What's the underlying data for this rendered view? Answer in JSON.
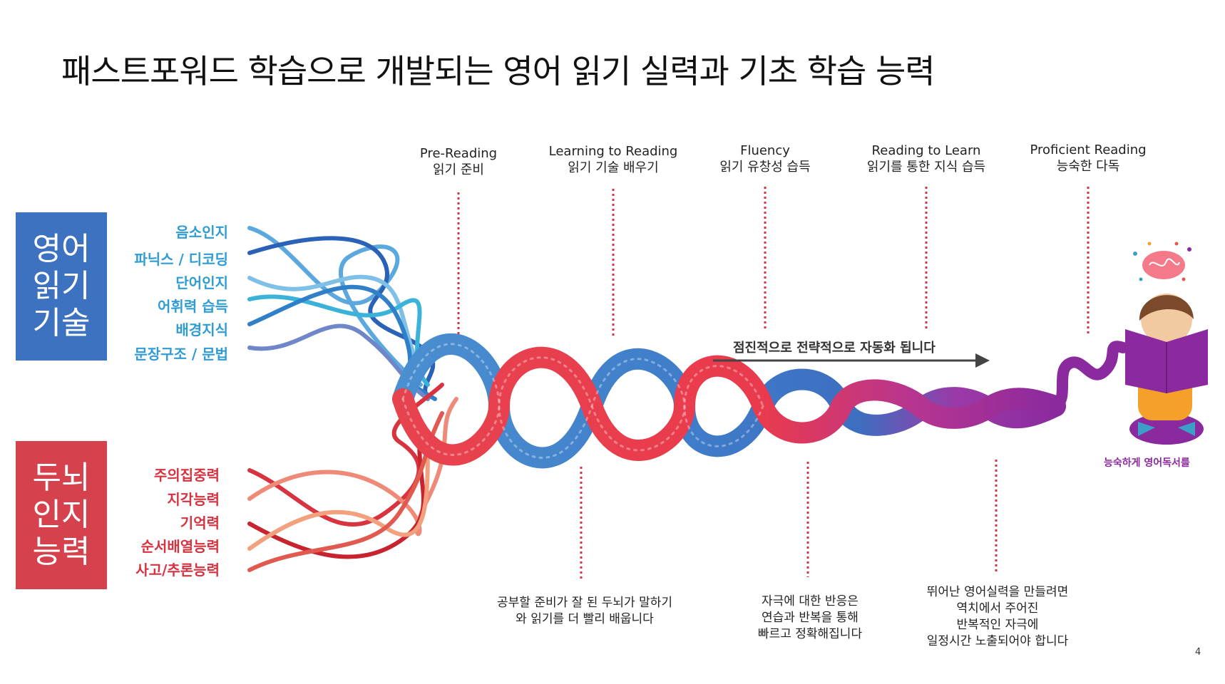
{
  "title": "패스트포워드 학습으로 개발되는 영어 읽기 실력과 기초 학습 능력",
  "left_boxes": {
    "reading": [
      "영어",
      "읽기",
      "기술"
    ],
    "cognitive": [
      "두뇌",
      "인지",
      "능력"
    ]
  },
  "reading_skills": [
    "음소인지",
    "파닉스 / 디코딩",
    "단어인지",
    "어휘력 습득",
    "배경지식",
    "문장구조 / 문법"
  ],
  "cognitive_skills": [
    "주의집중력",
    "지각능력",
    "기억력",
    "순서배열능력",
    "사고/추론능력"
  ],
  "stages": [
    {
      "en": "Pre-Reading",
      "ko": "읽기 준비"
    },
    {
      "en": "Learning to Reading",
      "ko": "읽기 기술 배우기"
    },
    {
      "en": "Fluency",
      "ko": "읽기 유창성 습득"
    },
    {
      "en": "Reading to Learn",
      "ko": "읽기를 통한 지식 습득"
    },
    {
      "en": "Proficient Reading",
      "ko": "능숙한 다독"
    }
  ],
  "arrow_label": "점진적으로 전략적으로 자동화 됩니다",
  "notes": [
    [
      "공부할 준비가 잘 된 두뇌가 말하기",
      "와 읽기를 더 빨리 배웁니다"
    ],
    [
      "자극에 대한 반응은",
      "연습과 반복을 통해",
      "빠르고 정확해집니다"
    ],
    [
      "뛰어난 영어실력을 만들려면",
      "역치에서 주어진",
      "반복적인 자극에",
      "일정시간 노출되어야 합니다"
    ]
  ],
  "reader_caption": "능숙하게 영어독서를",
  "page_number": "4",
  "colors": {
    "blue_box": "#3d72c1",
    "red_box": "#d6414e",
    "skill_blue": "#2f9dd3",
    "skill_red": "#d63341",
    "dotted": "#d63341",
    "purple": "#8a2a9c"
  }
}
